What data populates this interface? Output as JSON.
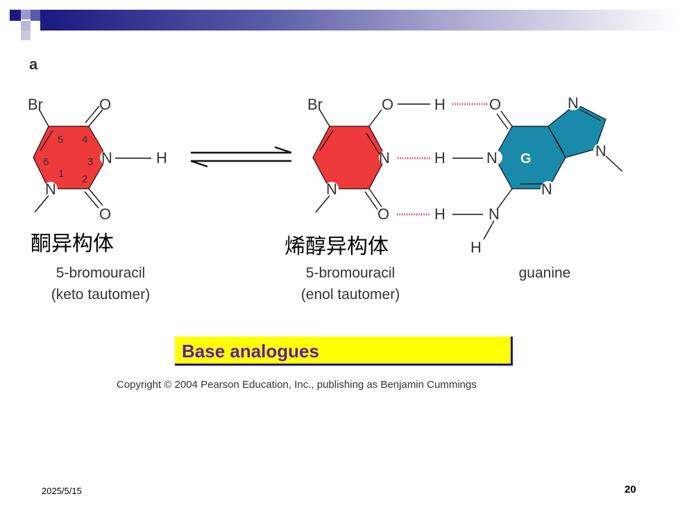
{
  "slide": {
    "panel_label": "a",
    "date": "2025/5/15",
    "page_number": "20",
    "banner": "Base analogues",
    "copyright": "Copyright © 2004 Pearson Education, Inc., publishing as Benjamin Cummings"
  },
  "labels": {
    "keto_cn": "酮异构体",
    "enol_cn": "烯醇异构体",
    "keto_name": "5-bromouracil",
    "keto_tautomer": "(keto tautomer)",
    "enol_name": "5-bromouracil",
    "enol_tautomer": "(enol tautomer)",
    "guanine": "guanine"
  },
  "atoms": {
    "br": "Br",
    "o": "O",
    "n": "N",
    "h": "H",
    "g": "G",
    "ring_numbers": [
      "1",
      "2",
      "3",
      "4",
      "5",
      "6"
    ]
  },
  "colors": {
    "uracil_ring": "#ee3a3a",
    "guanine_ring": "#1a8aaa",
    "hbond": "#e01050",
    "banner_bg": "#ffff00",
    "banner_text": "#5b1fa8",
    "header_dark": "#1a1a80"
  }
}
